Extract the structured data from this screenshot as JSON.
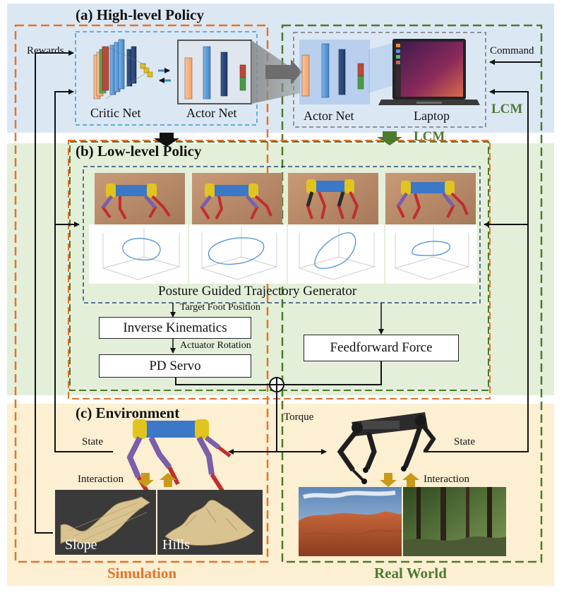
{
  "sections": {
    "high_level": "(a) High-level Policy",
    "low_level": "(b) Low-level Policy",
    "environment": "(c) Environment"
  },
  "high_level": {
    "critic_label": "Critic Net",
    "actor_label": "Actor Net",
    "deployed_actor_label": "Actor Net",
    "laptop_label": "Laptop",
    "rewards_label": "Rewards",
    "command_label": "Command",
    "lcm_right": "LCM",
    "lcm_center": "LCM"
  },
  "low_level": {
    "generator_label": "Posture Guided Trajectory Generator",
    "target_foot_label": "Target Foot Position",
    "inverse_kinematics": "Inverse Kinematics",
    "actuator_label": "Actuator Rotation",
    "pd_servo": "PD Servo",
    "feedforward": "Feedforward Force"
  },
  "environment": {
    "torque_label": "Torque",
    "state_left": "State",
    "state_right": "State",
    "interaction_left": "Interaction",
    "interaction_right": "Interaction",
    "slope_label": "Slope",
    "hills_label": "Hills",
    "simulation_label": "Simulation",
    "real_world_label": "Real World"
  },
  "colors": {
    "blue_band": "#dbe8f4",
    "green_band": "#e3efd9",
    "yellow_band": "#fcefd2",
    "orange_dash": "#e2742b",
    "green_dash": "#4e7a2e",
    "blue_dash": "#3d9ad1",
    "navy_dash": "#2a4a7a",
    "simulation_text": "#e2742b",
    "real_world_text": "#4e7a2e"
  }
}
